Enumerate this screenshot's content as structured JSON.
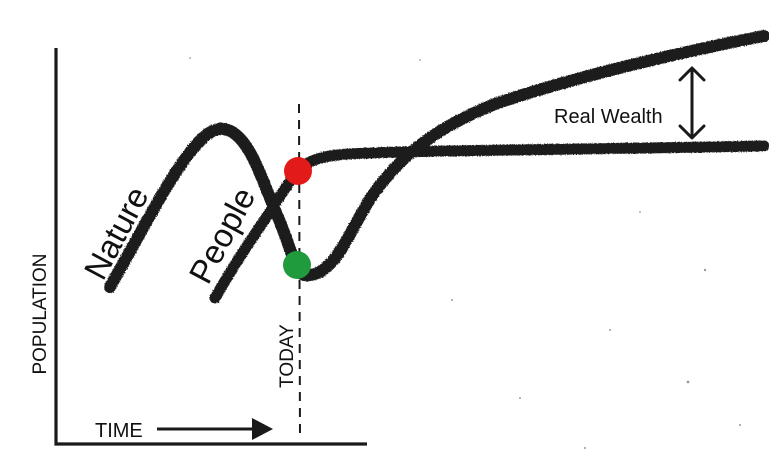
{
  "labels": {
    "y_axis": "POPULATION",
    "x_axis": "TIME",
    "today": "TODAY",
    "nature": "Nature",
    "people": "People",
    "real_wealth": "Real Wealth"
  },
  "colors": {
    "ink": "#1a1a1a",
    "today_red": "#e21a1a",
    "today_green": "#1f9a3c"
  },
  "icons": {
    "time_arrow": "right-arrow-icon",
    "wealth_gap": "double-headed-vertical-arrow-icon"
  }
}
